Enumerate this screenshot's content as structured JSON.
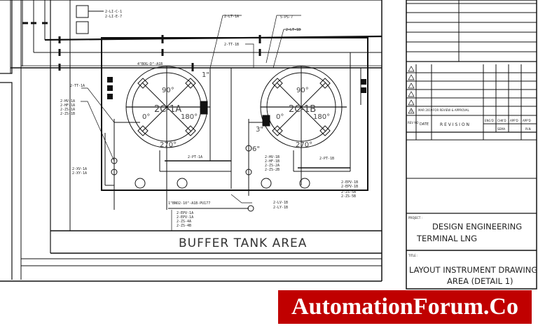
{
  "drawing": {
    "area_title": "BUFFER TANK AREA",
    "tanks": [
      {
        "tag": "2C-1A",
        "angles": [
          "90°",
          "180°",
          "270°",
          "0°"
        ]
      },
      {
        "tag": "2C-1B",
        "angles": [
          "90°",
          "180°",
          "270°",
          "0°"
        ]
      }
    ],
    "labels": {
      "top_box": [
        "2-LI-C-1",
        "2-LI-E-7"
      ],
      "lt_1a": "2-LT-1A",
      "ps_7": "5-PS-7",
      "lt_1b": "2-LT-1B",
      "tt_1b": "2-TT-1B",
      "tt_1a": "2-TT-1A",
      "line_top": "4\"BOG-D\"-A1B",
      "left_group": [
        "2-HV-1A",
        "2-HF-1A",
        "2-ZS-1A",
        "2-ZS-1B"
      ],
      "left_xv": [
        "2-XV-1A",
        "2-XY-1A"
      ],
      "pt_1a": "2-PT-1A",
      "line_bottom": "1\"BNO2-10\"-A1B-PU177",
      "bottom_group_a": [
        "2-EPV-1A",
        "2-EPV-1A",
        "2-ZS-4A",
        "2-ZS-4B"
      ],
      "lv_1b": [
        "2-LV-1B",
        "2-LY-1B"
      ],
      "right_group": [
        "2-HV-1B",
        "2-HF-1B",
        "2-ZS-2A",
        "2-ZS-2B"
      ],
      "pt_1b": "2-PT-1B",
      "bottom_group_b": [
        "2-EPV-1B",
        "2-EPV-1B",
        "2-ZS-5A",
        "2-ZS-5B"
      ],
      "size_1": "1\"",
      "size_3": "3\"",
      "size_6": "6\""
    }
  },
  "title_block": {
    "revision_row": {
      "no": "0",
      "date": "MAR 2019",
      "desc": "FOR REVIEW & APPROVAL"
    },
    "headers": {
      "rev_no": "REV NO",
      "date": "DATE",
      "revision": "R E V I S I O N",
      "eng": "ENG'D",
      "chkd": "CHK'D",
      "appd1": "APP'D",
      "appd2": "APP'D",
      "sub1": "SEMA",
      "sub2": "PLN"
    },
    "project_label": "PROJECT :",
    "project_line1": "DESIGN ENGINEERING",
    "project_line2": "TERMINAL LNG",
    "title_label": "TITLE :",
    "title_line1": "LAYOUT INSTRUMENT DRAWING",
    "title_line2": "AREA (DETAIL 1)"
  },
  "watermark": {
    "text": "AutomationForum.Co",
    "color": "#c00000"
  }
}
